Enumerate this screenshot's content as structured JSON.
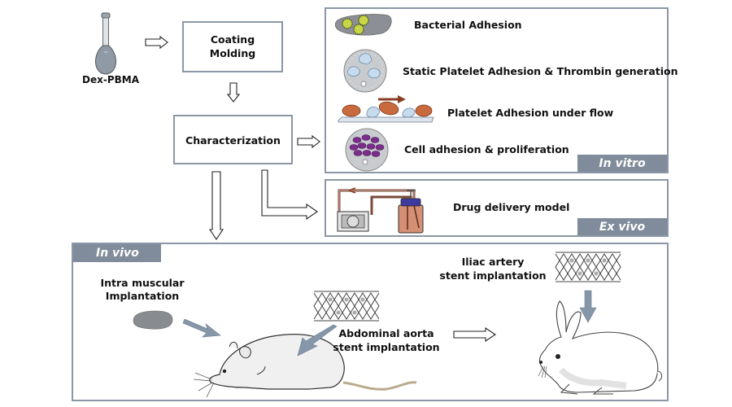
{
  "source": {
    "label": "Dex-PBMA",
    "icon": "volumetric-flask-icon"
  },
  "steps": {
    "coating": {
      "line1": "Coating",
      "line2": "Molding"
    },
    "characterization": {
      "label": "Characterization"
    }
  },
  "in_vitro": {
    "tag": "In vitro",
    "items": [
      {
        "label": "Bacterial Adhesion",
        "icon": "bacteria-sample-icon"
      },
      {
        "label": "Static Platelet Adhesion & Thrombin generation",
        "icon": "platelet-disc-icon"
      },
      {
        "label": "Platelet Adhesion under flow",
        "icon": "flow-chamber-icon"
      },
      {
        "label": "Cell adhesion & proliferation",
        "icon": "cell-disc-icon"
      }
    ]
  },
  "ex_vivo": {
    "tag": "Ex vivo",
    "items": [
      {
        "label": "Drug delivery model",
        "icon": "pump-circuit-icon"
      }
    ]
  },
  "in_vivo": {
    "tag": "In vivo",
    "rat": {
      "implant_line1": "Intra muscular",
      "implant_line2": "Implantation",
      "stent_line1": "Abdominal aorta",
      "stent_line2": "stent implantation"
    },
    "rabbit": {
      "stent_line1": "Iliac artery",
      "stent_line2": "stent implantation"
    }
  },
  "colors": {
    "box_border": "#8a97a6",
    "tag_fill": "#808c9b",
    "pointer_arrow": "#8797aa",
    "flow_arrow": "#ffffff"
  }
}
